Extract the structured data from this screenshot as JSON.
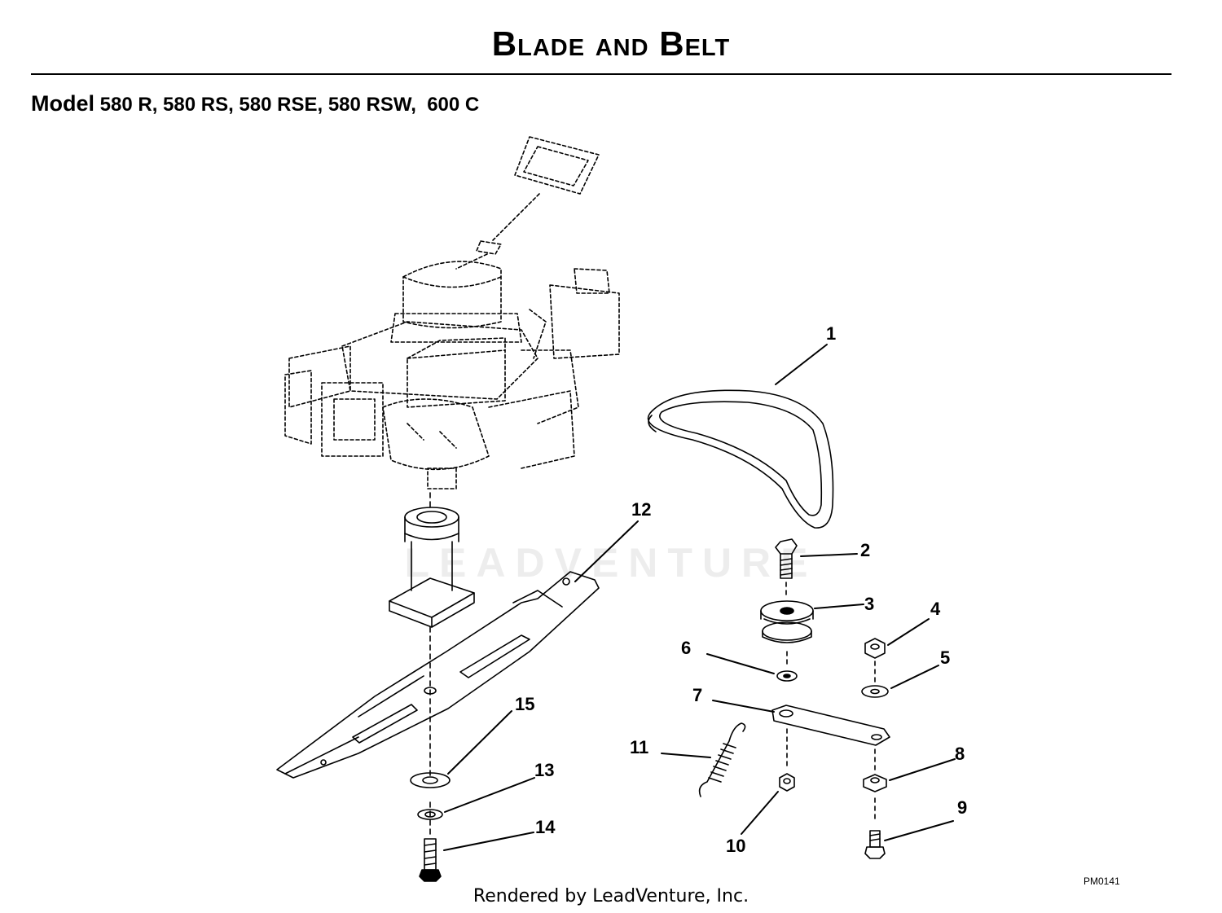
{
  "header": {
    "title": "Blade and Belt",
    "model_label": "Model",
    "model_list": " 580 R, 580 RS, 580 RSE, 580 RSW,  600 C"
  },
  "watermark": "LEADVENTURE",
  "diagram_code": "PM0141",
  "footer": "Rendered by LeadVenture, Inc.",
  "callouts": {
    "c1": "1",
    "c2": "2",
    "c3": "3",
    "c4": "4",
    "c5": "5",
    "c6": "6",
    "c7": "7",
    "c8": "8",
    "c9": "9",
    "c10": "10",
    "c11": "11",
    "c12": "12",
    "c13": "13",
    "c14": "14",
    "c15": "15"
  }
}
